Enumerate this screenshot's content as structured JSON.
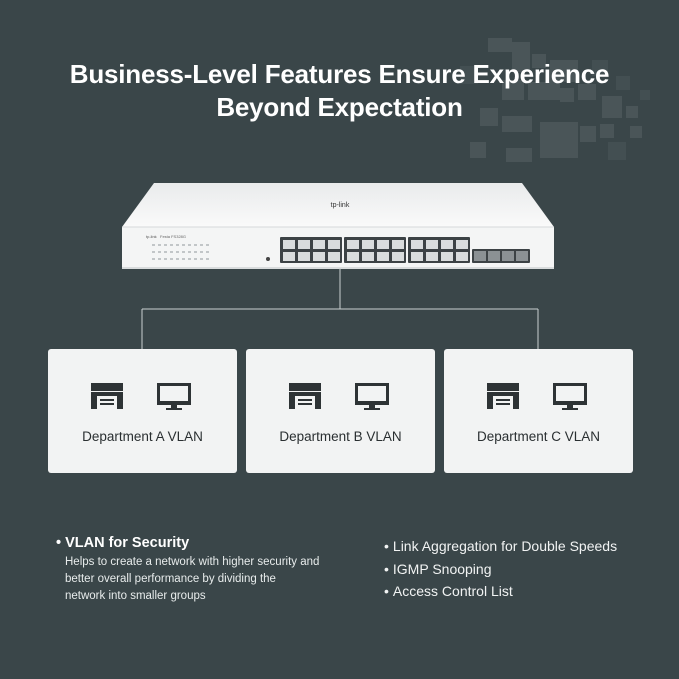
{
  "headline": {
    "line1": "Business-Level Features Ensure Experience",
    "line2": "Beyond Expectation"
  },
  "switch": {
    "brand_logo": "tp-link",
    "front_brand": "tp-link",
    "model": "Festa FS328G",
    "icon": "network-switch-icon"
  },
  "departments": [
    {
      "label": "Department A VLAN",
      "icons": [
        "printer-icon",
        "monitor-icon"
      ]
    },
    {
      "label": "Department B VLAN",
      "icons": [
        "printer-icon",
        "monitor-icon"
      ]
    },
    {
      "label": "Department C VLAN",
      "icons": [
        "printer-icon",
        "monitor-icon"
      ]
    }
  ],
  "features_left": {
    "title": "VLAN for Security",
    "description_lines": [
      "Helps to create a network with higher security and",
      "better overall performance by dividing the",
      "network into smaller groups"
    ]
  },
  "features_right": [
    "Link Aggregation for Double Speeds",
    "IGMP Snooping",
    "Access Control List"
  ],
  "bullet": "•",
  "colors": {
    "background": "#3a4649",
    "card": "#f2f3f3",
    "connector_line": "#c9d0d1",
    "icon_dark": "#2e3335",
    "switch_body": "#f4f5f5"
  }
}
